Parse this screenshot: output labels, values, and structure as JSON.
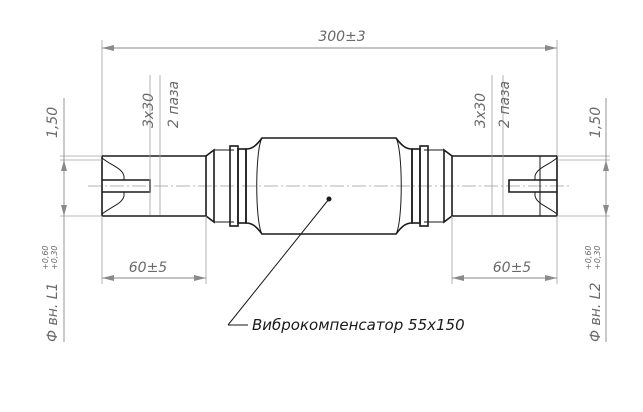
{
  "drawing": {
    "overall_length": "300±3",
    "groove_left": "3x30",
    "groove_count_left": "2 паза",
    "groove_right": "3x30",
    "groove_count_right": "2 паза",
    "offset_left": "1,50",
    "offset_right": "1,50",
    "length_left": "60±5",
    "length_right": "60±5",
    "dia_left": "Ф вн. L1",
    "dia_left_upper": "+0,60",
    "dia_left_lower": "+0,30",
    "dia_right": "Ф вн. L2",
    "dia_right_upper": "+0,60",
    "dia_right_lower": "+0,30",
    "callout": "Виброкомпенсатор 55х150"
  }
}
